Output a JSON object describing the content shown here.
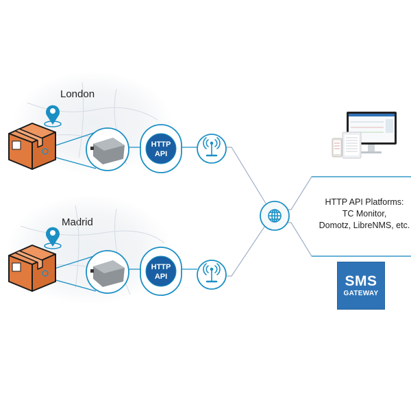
{
  "sites": [
    {
      "city": "London",
      "api_line1": "HTTP",
      "api_line2": "API"
    },
    {
      "city": "Madrid",
      "api_line1": "HTTP",
      "api_line2": "API"
    }
  ],
  "platforms": {
    "line1": "HTTP API Platforms:",
    "line2": "TC Monitor,",
    "line3": "Domotz, LibreNMS, etc."
  },
  "sms_gateway": {
    "line1": "SMS",
    "line2": "GATEWAY"
  },
  "icons": {
    "pin": "location-pin-icon",
    "box": "package-box-icon",
    "sensor": "sensor-device-icon",
    "antenna": "antenna-icon",
    "globe": "globe-icon",
    "devices": "monitor-tablet-phone-icon"
  },
  "colors": {
    "accent": "#1a8fc4",
    "api_fill": "#1a5fa3",
    "box_orange": "#e07a3f",
    "connector_line": "#9fb0c8",
    "sms_blue": "#2f73b7"
  }
}
